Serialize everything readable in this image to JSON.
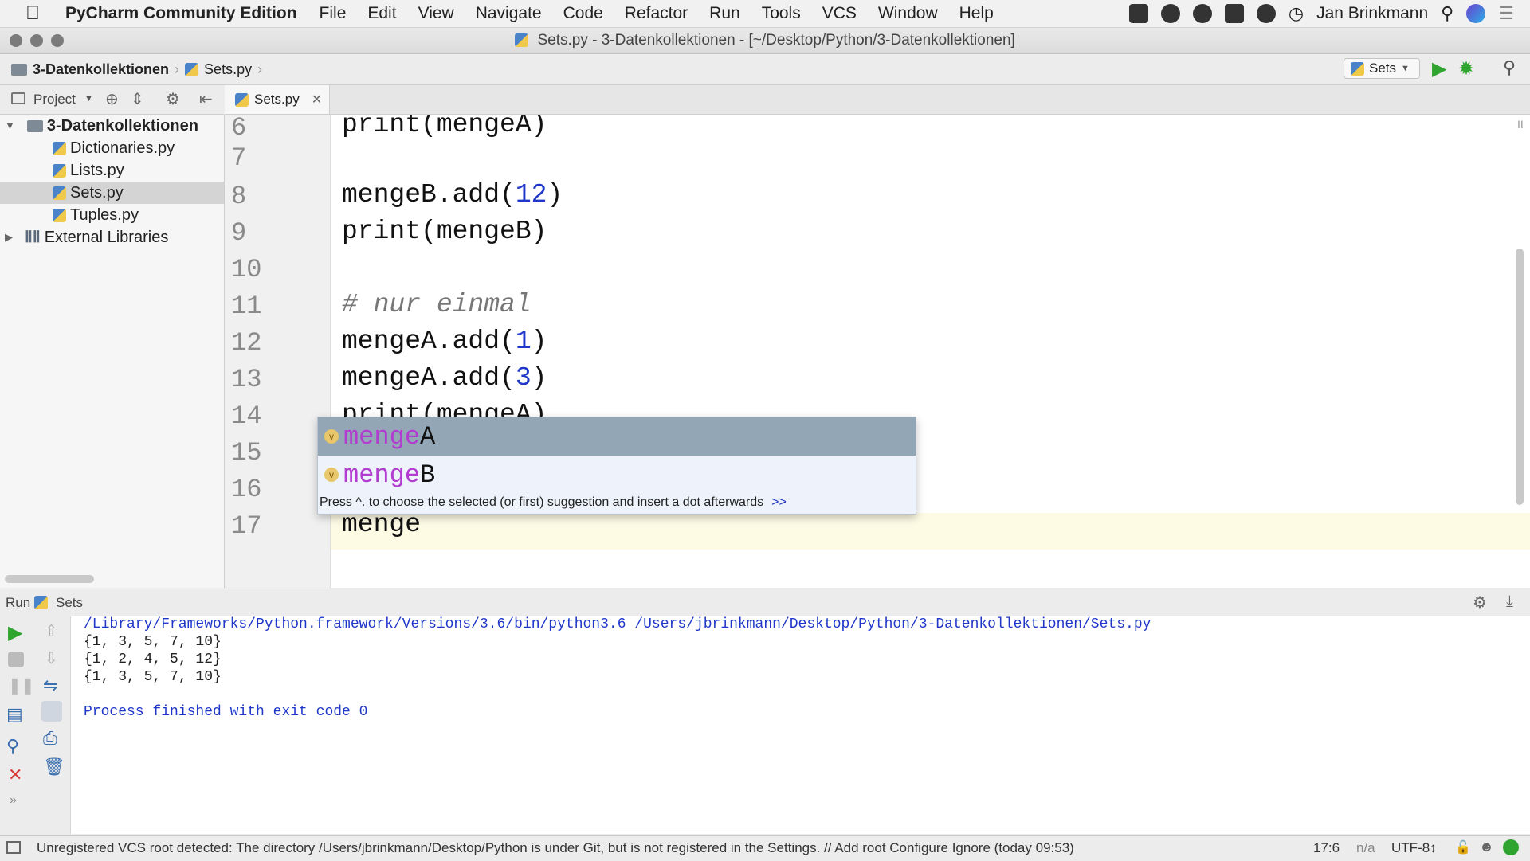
{
  "menubar": {
    "app_name": "PyCharm Community Edition",
    "items": [
      "File",
      "Edit",
      "View",
      "Navigate",
      "Code",
      "Refactor",
      "Run",
      "Tools",
      "VCS",
      "Window",
      "Help"
    ],
    "user": "Jan Brinkmann"
  },
  "window": {
    "title": "Sets.py - 3-Datenkollektionen - [~/Desktop/Python/3-Datenkollektionen]"
  },
  "navbar": {
    "crumb_project": "3-Datenkollektionen",
    "crumb_file": "Sets.py",
    "run_config": "Sets"
  },
  "project_panel": {
    "label": "Project",
    "root": "3-Datenkollektionen",
    "files": [
      "Dictionaries.py",
      "Lists.py",
      "Sets.py",
      "Tuples.py"
    ],
    "external": "External Libraries",
    "selected_file": "Sets.py"
  },
  "editor": {
    "tab_label": "Sets.py",
    "lines": [
      {
        "n": "6",
        "code": "print(mengeA)"
      },
      {
        "n": "7",
        "code": ""
      },
      {
        "n": "8",
        "pre": "mengeB.add(",
        "num": "12",
        "post": ")"
      },
      {
        "n": "9",
        "code": "print(mengeB)"
      },
      {
        "n": "10",
        "code": ""
      },
      {
        "n": "11",
        "comment": "# nur einmal"
      },
      {
        "n": "12",
        "pre": "mengeA.add(",
        "num": "1",
        "post": ")"
      },
      {
        "n": "13",
        "pre": "mengeA.add(",
        "num": "3",
        "post": ")"
      },
      {
        "n": "14",
        "code": "print(mengeA)"
      },
      {
        "n": "15",
        "code": ""
      },
      {
        "n": "16",
        "code": ""
      },
      {
        "n": "17",
        "code": "menge"
      }
    ]
  },
  "autocomplete": {
    "items": [
      {
        "match": "menge",
        "rest": "A",
        "badge": "v"
      },
      {
        "match": "menge",
        "rest": "B",
        "badge": "v"
      }
    ],
    "hint": "Press ^. to choose the selected (or first) suggestion and insert a dot afterwards",
    "hint_link": ">>"
  },
  "run_panel": {
    "label": "Run",
    "config": "Sets",
    "console": [
      "/Library/Frameworks/Python.framework/Versions/3.6/bin/python3.6 /Users/jbrinkmann/Desktop/Python/3-Datenkollektionen/Sets.py",
      "{1, 3, 5, 7, 10}",
      "{1, 2, 4, 5, 12}",
      "{1, 3, 5, 7, 10}",
      "",
      "Process finished with exit code 0"
    ]
  },
  "statusbar": {
    "message": "Unregistered VCS root detected: The directory /Users/jbrinkmann/Desktop/Python is under Git, but is not registered in the Settings. // Add root  Configure  Ignore (today 09:53)",
    "position": "17:6",
    "na": "n/a",
    "encoding": "UTF-8↕"
  },
  "colors": {
    "number": "#1f37c9",
    "match": "#b23bd0",
    "run_green": "#2fa52f",
    "stop_red": "#d93a3a"
  }
}
